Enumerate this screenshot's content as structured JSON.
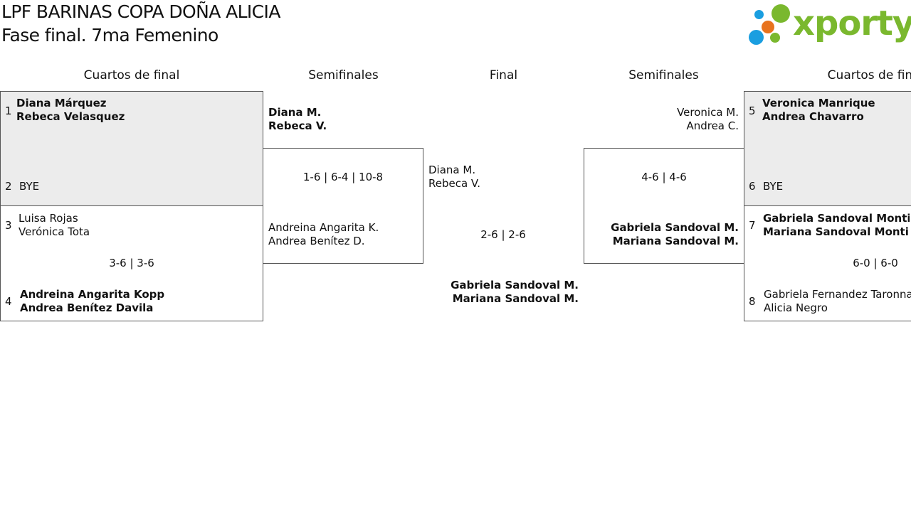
{
  "header": {
    "title": "LPF BARINAS COPA DOÑA ALICIA",
    "subtitle": "Fase final. 7ma Femenino",
    "logo_text": "xporty"
  },
  "rounds": {
    "left_qf": "Cuartos de final",
    "left_sf": "Semifinales",
    "final": "Final",
    "right_sf": "Semifinales",
    "right_qf": "Cuartos de final"
  },
  "left_qf": {
    "s1": {
      "seed": "1",
      "p1": "Diana Márquez",
      "p2": "Rebeca Velasquez"
    },
    "s2": {
      "seed": "2",
      "p1": "BYE"
    },
    "s3": {
      "seed": "3",
      "p1": "Luisa Rojas",
      "p2": "Verónica Tota"
    },
    "score34": "3-6 | 3-6",
    "s4": {
      "seed": "4",
      "p1": "Andreina Angarita Kopp",
      "p2": "Andrea Benítez Davila"
    }
  },
  "left_sf": {
    "top": {
      "p1": "Diana M.",
      "p2": "Rebeca V."
    },
    "score": "1-6 | 6-4 | 10-8",
    "bottom": {
      "p1": "Andreina Angarita K.",
      "p2": "Andrea Benítez D."
    }
  },
  "final": {
    "top": {
      "p1": "Diana M.",
      "p2": "Rebeca V."
    },
    "score": "2-6 | 2-6",
    "winner": {
      "p1": "Gabriela Sandoval M.",
      "p2": "Mariana Sandoval M."
    }
  },
  "right_sf": {
    "top": {
      "p1": "Veronica M.",
      "p2": "Andrea C."
    },
    "score": "4-6 | 4-6",
    "bottom": {
      "p1": "Gabriela Sandoval M.",
      "p2": "Mariana Sandoval M."
    }
  },
  "right_qf": {
    "s5": {
      "seed": "5",
      "p1": "Veronica Manrique",
      "p2": "Andrea Chavarro"
    },
    "s6": {
      "seed": "6",
      "p1": "BYE"
    },
    "s7": {
      "seed": "7",
      "p1": "Gabriela Sandoval Montilla",
      "p2": "Mariana Sandoval Montilla"
    },
    "score78": "6-0 | 6-0",
    "s8": {
      "seed": "8",
      "p1": "Gabriela Fernandez Taronna",
      "p2": "Alicia Negro"
    }
  },
  "colors": {
    "logo_green": "#7ab82e",
    "logo_blue": "#1a9ee0",
    "logo_orange": "#e8731e",
    "cell_grey": "#ececec"
  }
}
